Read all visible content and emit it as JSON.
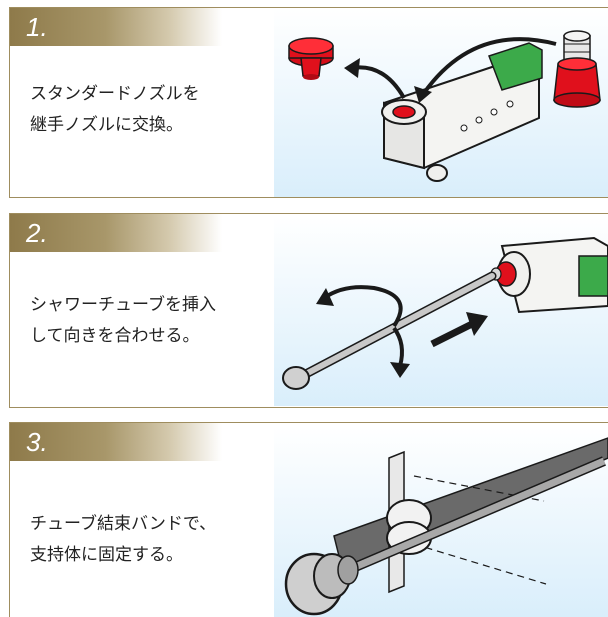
{
  "steps": [
    {
      "number": "1.",
      "line1": "スタンダードノズルを",
      "line2": "継手ノズルに交換。"
    },
    {
      "number": "2.",
      "line1": "シャワーチューブを挿入",
      "line2": "して向きを合わせる。"
    },
    {
      "number": "3.",
      "line1": "チューブ結束バンドで、",
      "line2": "支持体に固定する。"
    }
  ],
  "colors": {
    "accent_gold": "#9f8d5e",
    "nozzle_red": "#e0101c",
    "connector_green": "#3caa4a",
    "photo_bg": "#d9eefb"
  }
}
